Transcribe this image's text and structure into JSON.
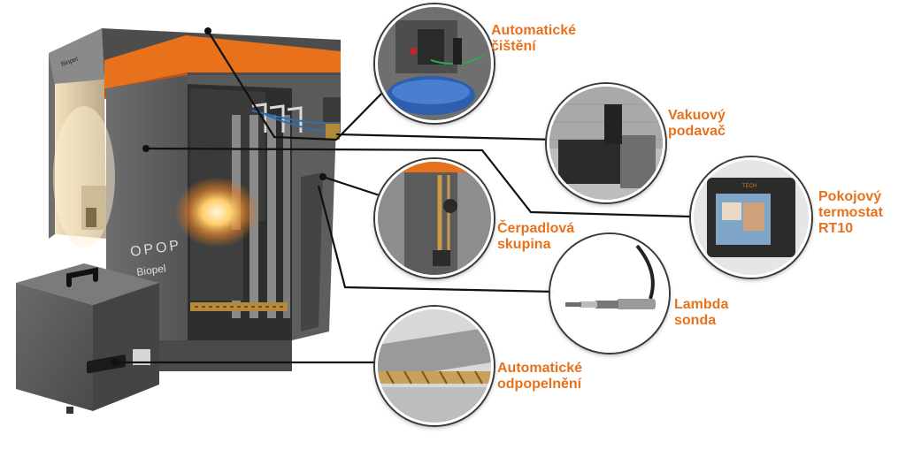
{
  "brand": {
    "logo_text": "OPOP",
    "product_text": "Biopel",
    "lid_text": "Biopel",
    "thermostat_brand": "TECH"
  },
  "colors": {
    "accent": "#e8711b",
    "body": "#5b5b5b",
    "body_dark": "#3c3c3c",
    "lines": "#1a1a1a"
  },
  "callouts": [
    {
      "id": "automatic-cleaning",
      "label": "Automatické\nčištění"
    },
    {
      "id": "vacuum-feeder",
      "label": "Vakuový\npodavač"
    },
    {
      "id": "room-thermostat",
      "label": "Pokojový\ntermostat\nRT10"
    },
    {
      "id": "pump-group",
      "label": "Čerpadlová\nskupina"
    },
    {
      "id": "lambda-probe",
      "label": "Lambda\nsonda"
    },
    {
      "id": "automatic-deashing",
      "label": "Automatické\nodpopelnění"
    }
  ]
}
